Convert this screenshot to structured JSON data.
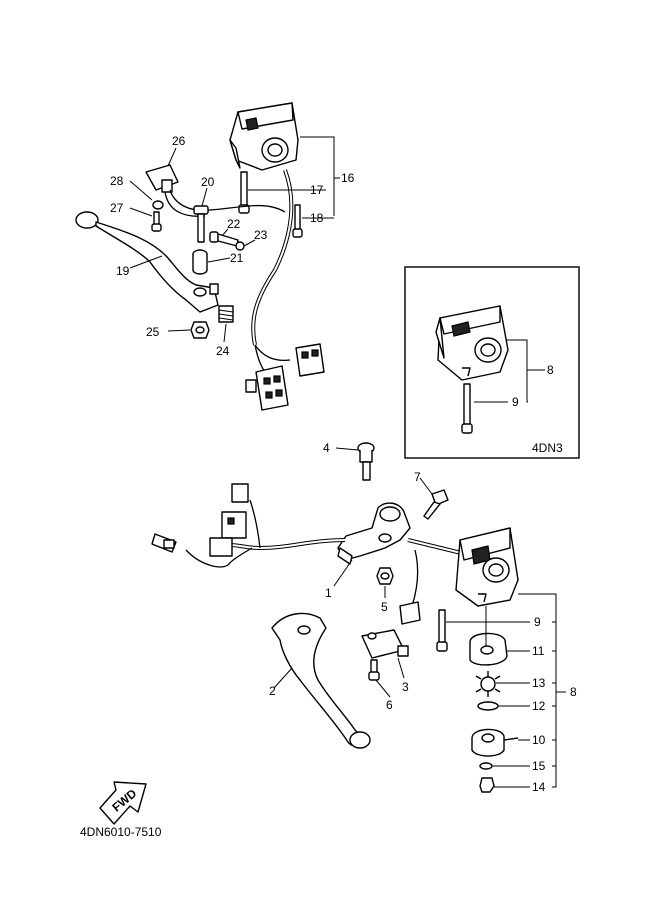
{
  "diagram": {
    "document_code": "4DN6010-7510",
    "inset_label": "4DN3",
    "fwd_label": "FWD",
    "callouts": [
      "1",
      "2",
      "3",
      "4",
      "5",
      "6",
      "7",
      "8",
      "9",
      "10",
      "11",
      "12",
      "13",
      "14",
      "15",
      "16",
      "17",
      "18",
      "19",
      "20",
      "21",
      "22",
      "23",
      "24",
      "25",
      "26",
      "27",
      "28"
    ],
    "inset_callouts": [
      "8",
      "9"
    ]
  }
}
